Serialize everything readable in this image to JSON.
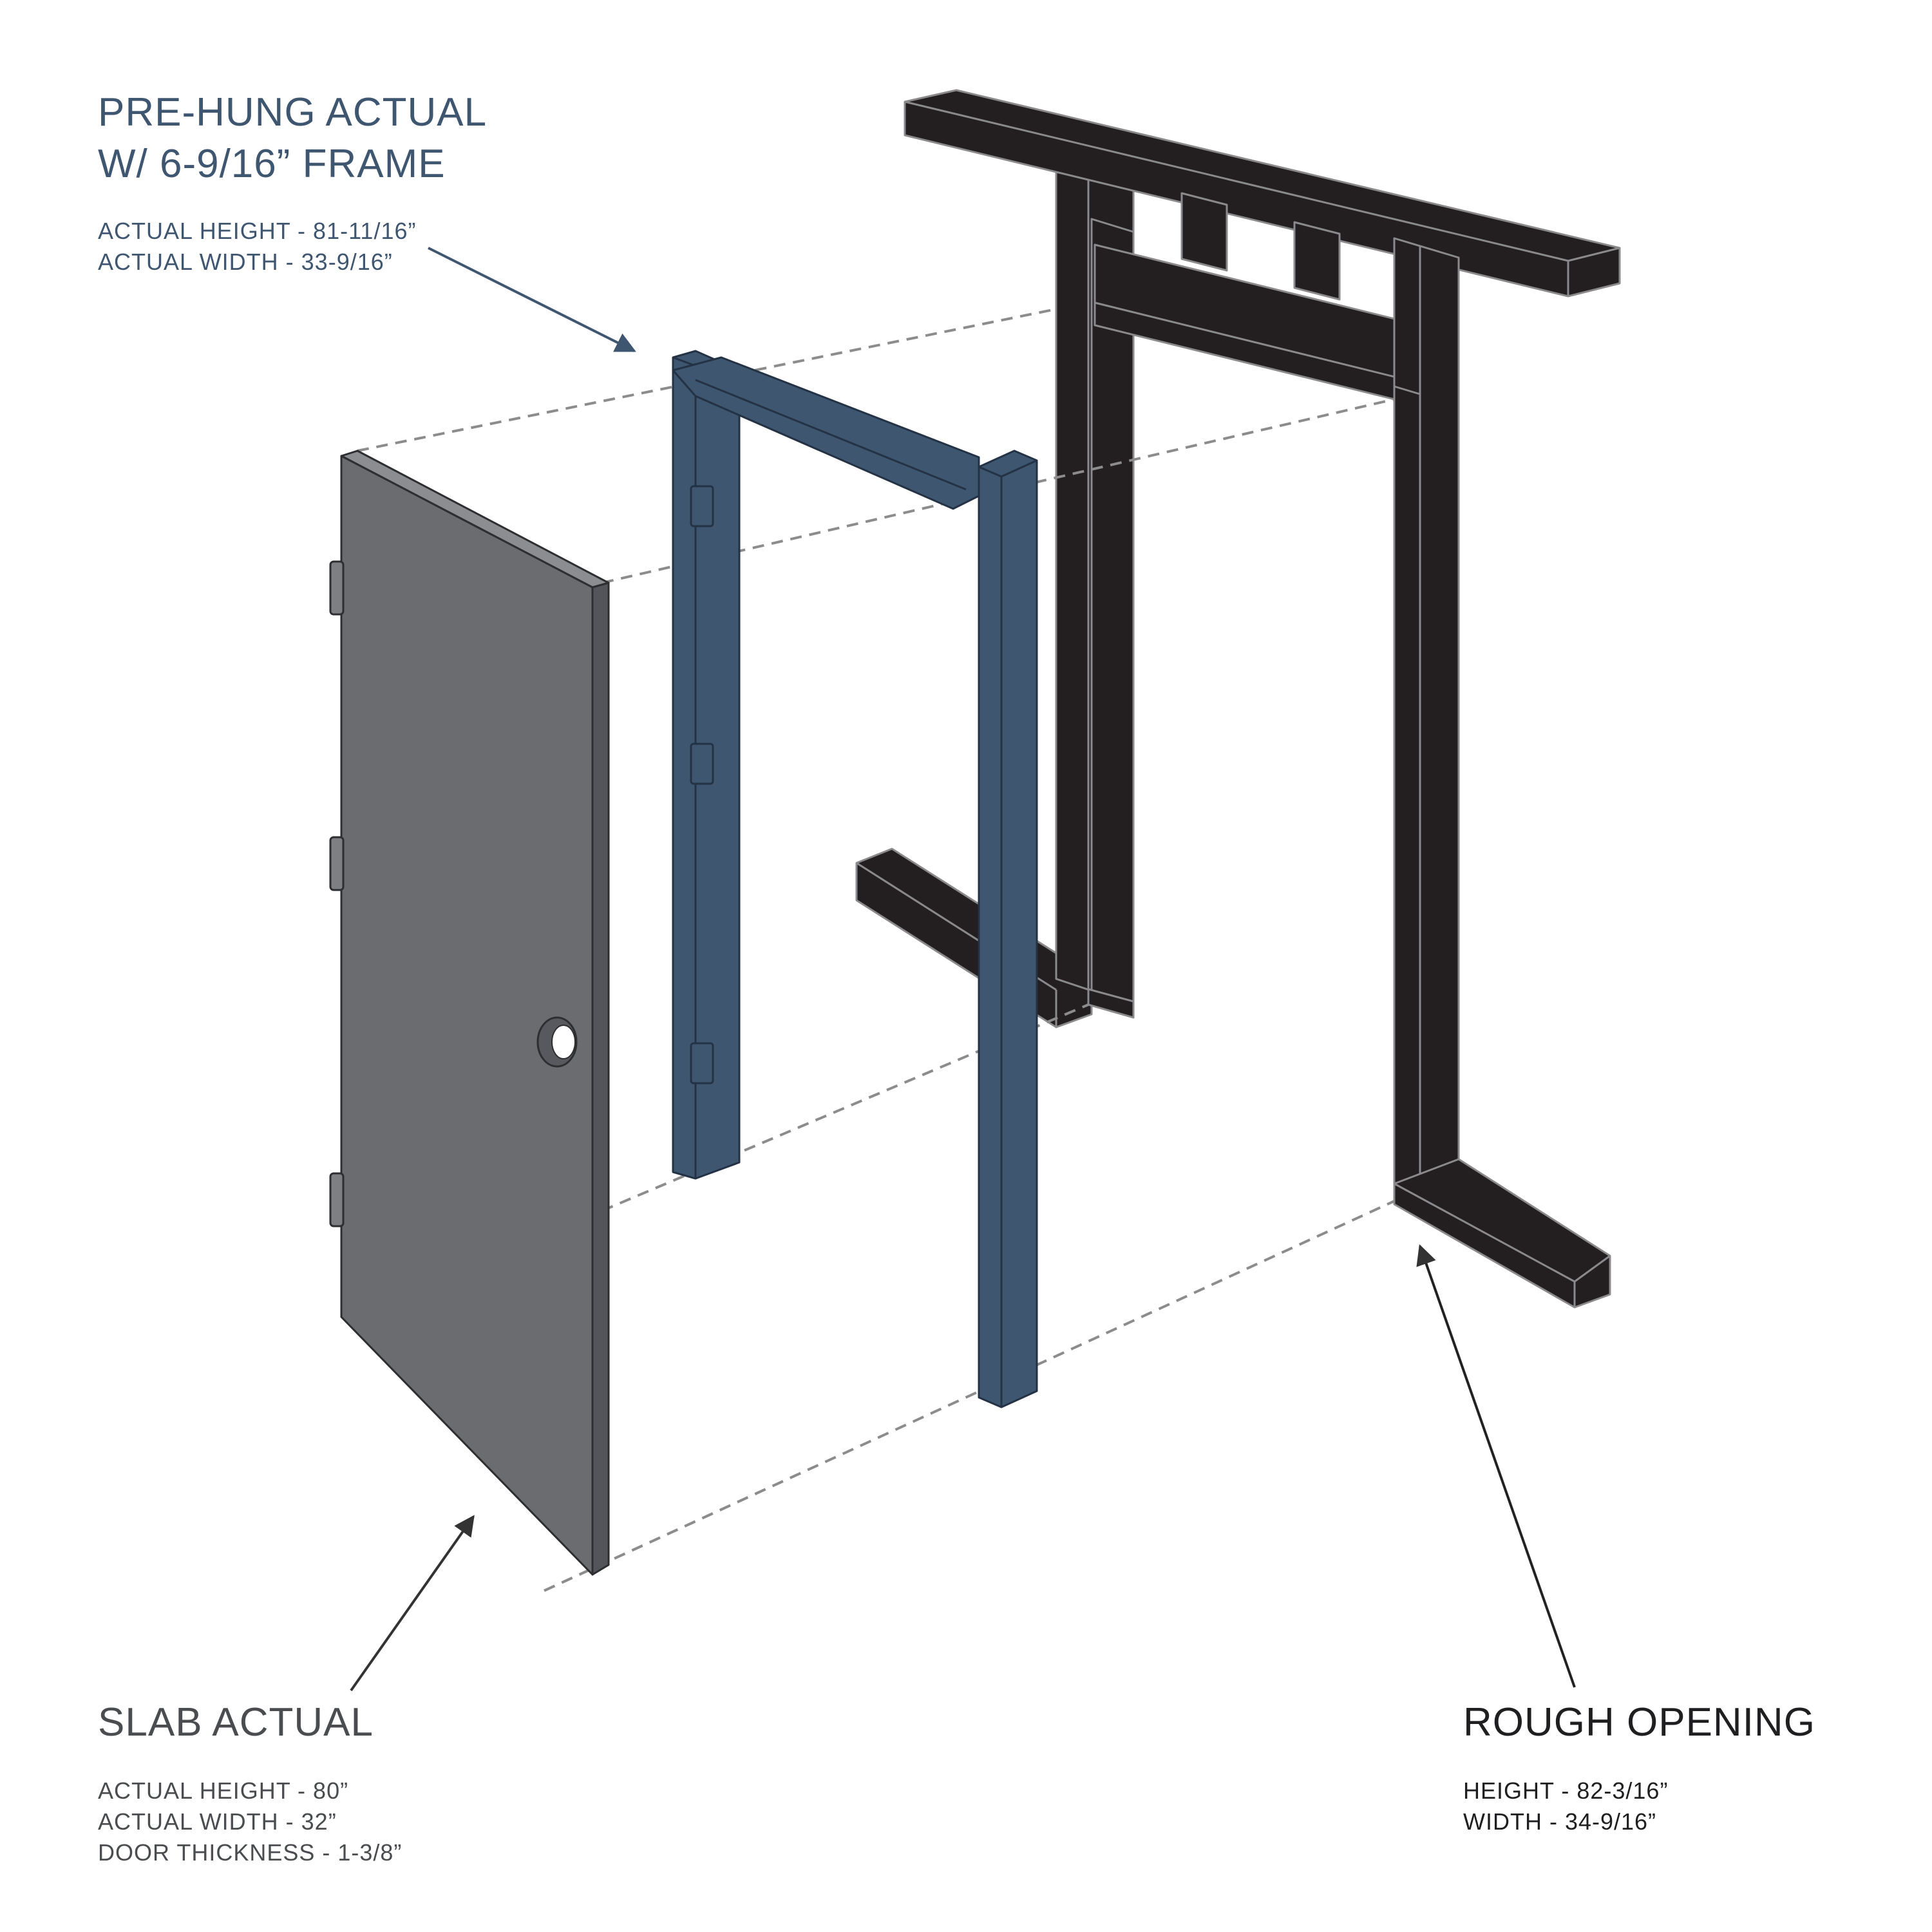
{
  "prehung": {
    "title_line1": "PRE-HUNG ACTUAL",
    "title_line2": "W/ 6-9/16” FRAME",
    "height": "ACTUAL HEIGHT - 81-11/16”",
    "width": "ACTUAL WIDTH - 33-9/16”",
    "color": "#3f5670"
  },
  "slab": {
    "title": "SLAB ACTUAL",
    "height": "ACTUAL HEIGHT - 80”",
    "width": "ACTUAL WIDTH - 32”",
    "thickness": "DOOR THICKNESS - 1-3/8”",
    "color": "#6b6c70"
  },
  "rough": {
    "title": "ROUGH OPENING",
    "height": "HEIGHT - 82-3/16”",
    "width": "WIDTH - 34-9/16”",
    "color": "#222123"
  }
}
